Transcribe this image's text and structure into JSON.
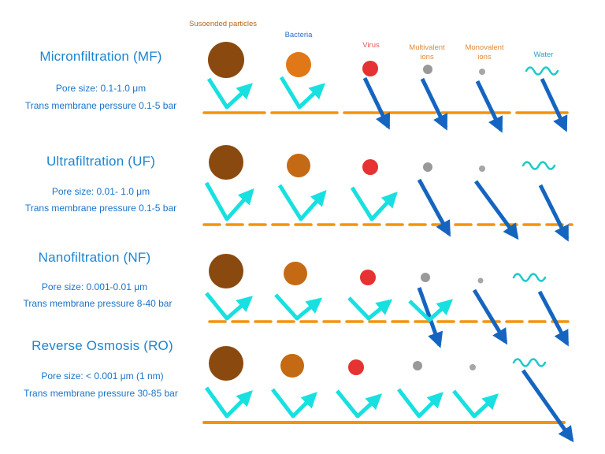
{
  "diagram": {
    "subject": "Membrane filtration comparison",
    "columns": [
      {
        "id": "suspended-particles",
        "label": "Susoended particles",
        "color": "#b5651d"
      },
      {
        "id": "bacteria",
        "label": "Bacteria",
        "color": "#2a6fc9"
      },
      {
        "id": "virus",
        "label": "Virus",
        "color": "#e25757"
      },
      {
        "id": "multivalent-ions",
        "label": "Multivalent ions",
        "color": "#e08a3c"
      },
      {
        "id": "monovalent-ions",
        "label": "Monovalent ions",
        "color": "#e08a3c"
      },
      {
        "id": "water",
        "label": "Water",
        "color": "#2a9fd0"
      }
    ],
    "rows": [
      {
        "title": "Micronfiltration (MF)",
        "pore_size": "Pore size:   0.1-1.0 μm",
        "pressure": "Trans membrane perssure 0.1-5 bar",
        "membrane_style": "solid",
        "rejected": [
          "suspended-particles",
          "bacteria"
        ],
        "passed": [
          "virus",
          "multivalent-ions",
          "monovalent-ions",
          "water"
        ]
      },
      {
        "title": "Ultrafiltration (UF)",
        "pore_size": "Pore size: 0.01- 1.0 μm",
        "pressure": "Trans membrane pressure 0.1-5 bar",
        "membrane_style": "dashed",
        "rejected": [
          "suspended-particles",
          "bacteria",
          "virus"
        ],
        "passed": [
          "multivalent-ions",
          "monovalent-ions",
          "water"
        ]
      },
      {
        "title": "Nanofiltration (NF)",
        "pore_size": "Pore size: 0.001-0.01 μm",
        "pressure": "Trans membrane pressure 8-40 bar",
        "membrane_style": "dashed",
        "rejected": [
          "suspended-particles",
          "bacteria",
          "virus",
          "multivalent-ions"
        ],
        "passed": [
          "multivalent-ions",
          "monovalent-ions",
          "water"
        ]
      },
      {
        "title": "Reverse Osmosis (RO)",
        "pore_size": "Pore size:  < 0.001 μm  (1 nm)",
        "pressure": "Trans membrane pressure 30-85 bar",
        "membrane_style": "solid",
        "rejected": [
          "suspended-particles",
          "bacteria",
          "virus",
          "multivalent-ions",
          "monovalent-ions"
        ],
        "passed": [
          "water"
        ]
      }
    ],
    "colors": {
      "title_blue": "#1b84d1",
      "body_blue": "#1a73c9",
      "membrane_orange": "#f5920b",
      "reject_arrow_cyan": "#18e0e0",
      "pass_arrow_blue": "#1565c0",
      "suspended_brown": "#8a4a0f",
      "bacteria_orange": "#e07818",
      "virus_red": "#e63232",
      "ion_gray": "#999999",
      "water_cyan": "#1ec9c9"
    }
  }
}
